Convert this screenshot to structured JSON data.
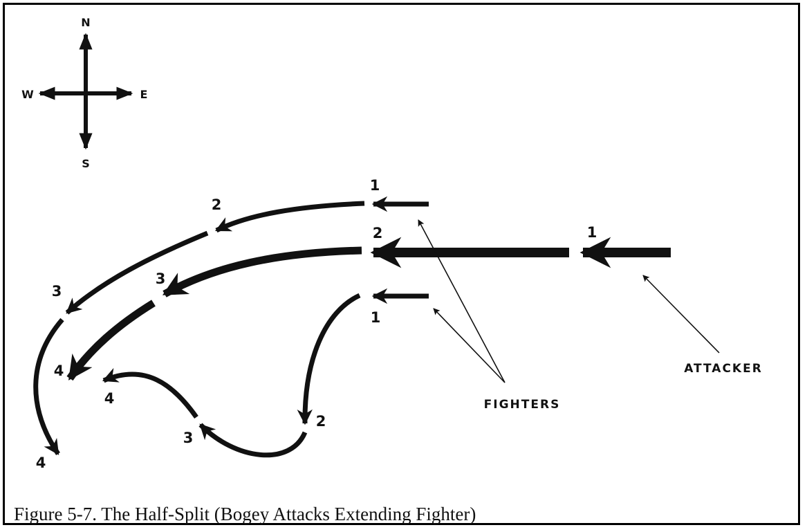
{
  "compass": {
    "north": "N",
    "south": "S",
    "east": "E",
    "west": "W"
  },
  "labels": {
    "attacker": "ATTACKER",
    "fighters": "FIGHTERS"
  },
  "path_labels": {
    "top_fighter": [
      "1",
      "2",
      "3",
      "4"
    ],
    "bogey": [
      "2",
      "3",
      "4"
    ],
    "attacker_start": "1",
    "bottom_fighter": [
      "1",
      "2",
      "3",
      "4"
    ]
  },
  "caption": "Figure 5-7. The Half-Split (Bogey Attacks Extending Fighter)"
}
